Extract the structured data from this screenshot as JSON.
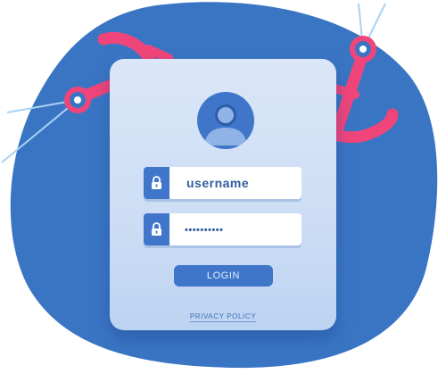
{
  "colors": {
    "blob": "#3a75c4",
    "card": "#d4e3f7",
    "accent": "#3f76c9",
    "anchor": "#f0457a",
    "rope": "#a9d2f2"
  },
  "icons": {
    "avatar": "user-avatar-icon",
    "lock": "lock-icon",
    "anchor": "anchor-icon"
  },
  "login_form": {
    "username_value": "username",
    "password_value": "••••••••••",
    "login_label": "LOGIN",
    "privacy_label": "PRIVACY POLICY"
  }
}
